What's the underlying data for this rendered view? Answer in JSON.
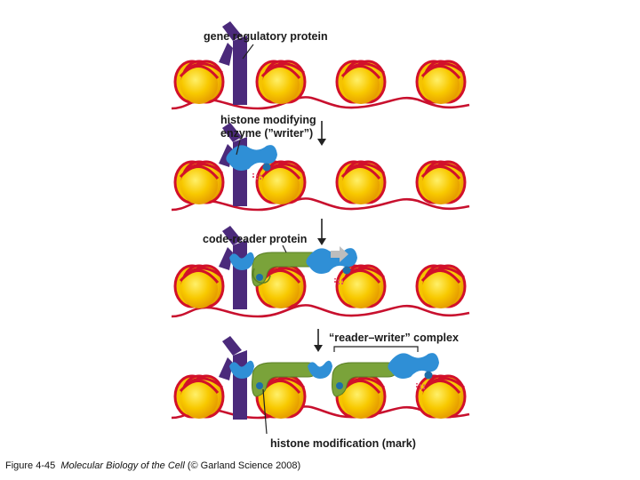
{
  "labels": {
    "gene_regulatory_protein": "gene regulatory protein",
    "writer_line1": "histone modifying",
    "writer_line2": "enzyme (”writer”)",
    "code_reader": "code-reader protein",
    "reader_writer_complex": "“reader–writer” complex",
    "histone_modification": "histone modification (mark)"
  },
  "caption": {
    "figure_number": "Figure 4-45",
    "book_title": "Molecular Biology of the Cell",
    "credit": "(© Garland Science 2008)"
  },
  "colors": {
    "nucleosome": "#f5c400",
    "nucleosome_ring": "#d2102a",
    "dna": "#c8102e",
    "regulatory_protein": "#4b2a7b",
    "writer": "#2f8fd6",
    "reader": "#7aa33a",
    "mark": "#e24b6b",
    "arrow": "#222222",
    "spread_arrow": "#bdbdbd"
  }
}
